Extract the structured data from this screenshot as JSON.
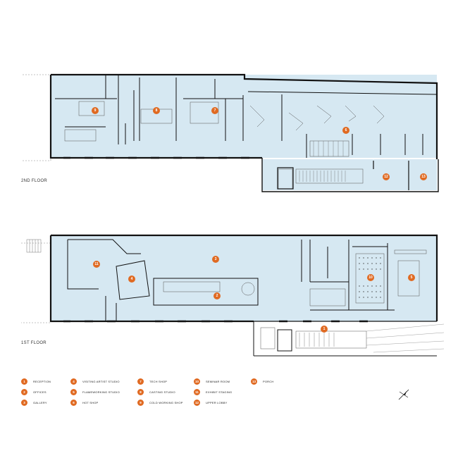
{
  "floors": {
    "second": {
      "label": "2ND FLOOR"
    },
    "first": {
      "label": "1ST FLOOR"
    }
  },
  "room_badges": {
    "r1": "1",
    "r2": "2",
    "r3": "3",
    "r4": "4",
    "r5": "5",
    "r6": "6",
    "r7": "7",
    "r8": "8",
    "r9": "9",
    "r10": "10",
    "r11": "11",
    "r12": "12",
    "r13": "13"
  },
  "legend": [
    {
      "num": "1",
      "label": "RECEPTION"
    },
    {
      "num": "2",
      "label": "OFFICES"
    },
    {
      "num": "3",
      "label": "GALLERY"
    },
    {
      "num": "4",
      "label": "VISITING ARTIST STUDIO"
    },
    {
      "num": "5",
      "label": "FLAMEWORKING STUDIO"
    },
    {
      "num": "6",
      "label": "HOT SHOP"
    },
    {
      "num": "7",
      "label": "TECH SHOP"
    },
    {
      "num": "8",
      "label": "CASTING STUDIO"
    },
    {
      "num": "9",
      "label": "COLD WORKING SHOP"
    },
    {
      "num": "10",
      "label": "SEMINAR ROOM"
    },
    {
      "num": "11",
      "label": "EXHIBIT STAGING"
    },
    {
      "num": "12",
      "label": "UPPER LOBBY"
    },
    {
      "num": "13",
      "label": "PORCH"
    }
  ],
  "colors": {
    "room_fill": "#d6e8f2",
    "wall": "#111111",
    "badge": "#e06a22"
  },
  "icons": {
    "north_arrow": "north-arrow-icon"
  }
}
